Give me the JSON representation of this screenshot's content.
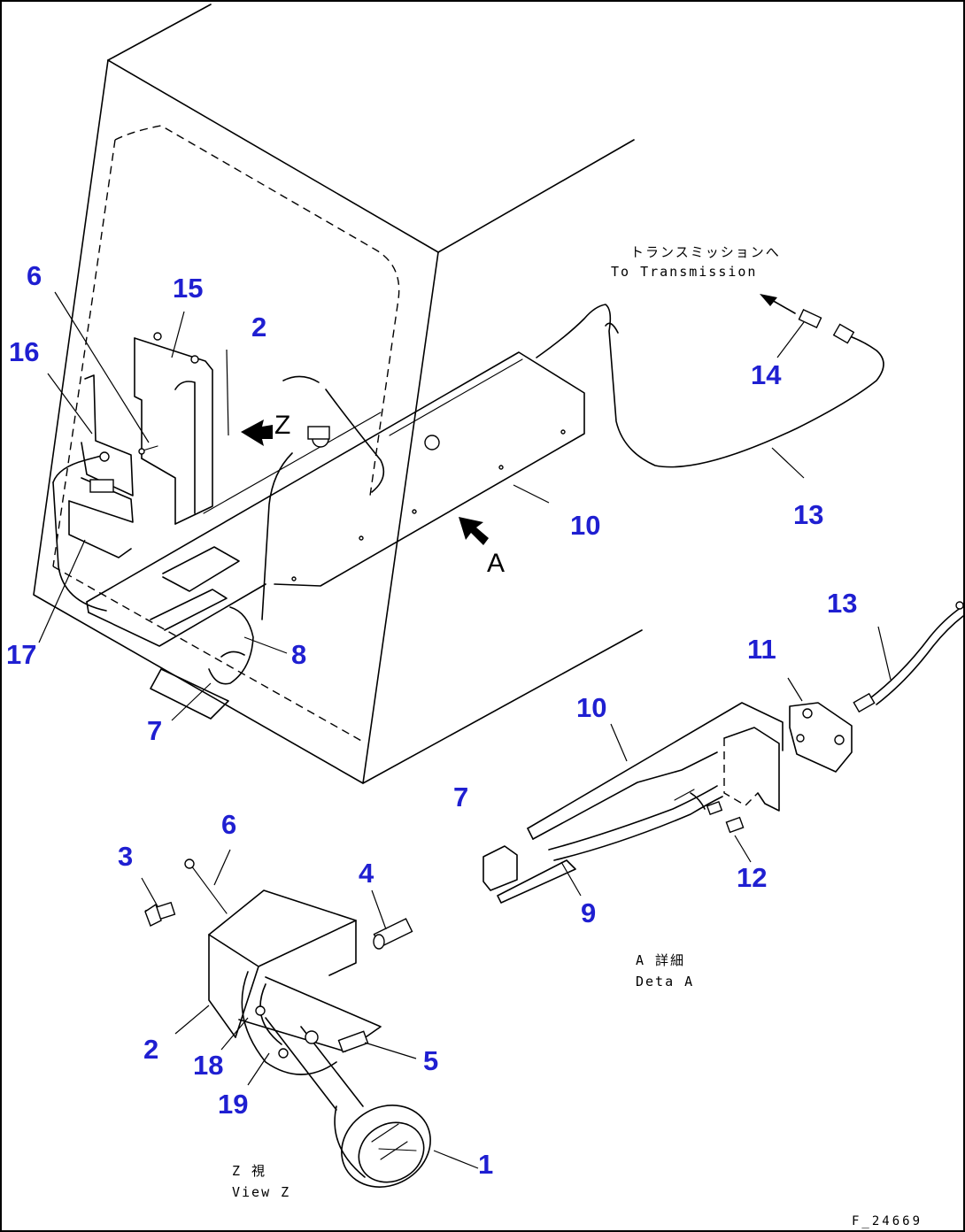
{
  "diagram": {
    "part_numbers": [
      "1",
      "2",
      "3",
      "4",
      "5",
      "6",
      "7",
      "8",
      "9",
      "10",
      "11",
      "12",
      "13",
      "14",
      "15",
      "16",
      "17",
      "18",
      "19"
    ],
    "view_letters": {
      "z": "Z",
      "a": "A"
    },
    "notes": {
      "to_transmission_jp": "トランスミッションへ",
      "to_transmission_en": "To Transmission",
      "detail_a_jp": "A 詳細",
      "detail_a_en": "Deta  A",
      "view_z_jp": "Z 視",
      "view_z_en": "View Z"
    },
    "figure_code": "F_24669"
  }
}
